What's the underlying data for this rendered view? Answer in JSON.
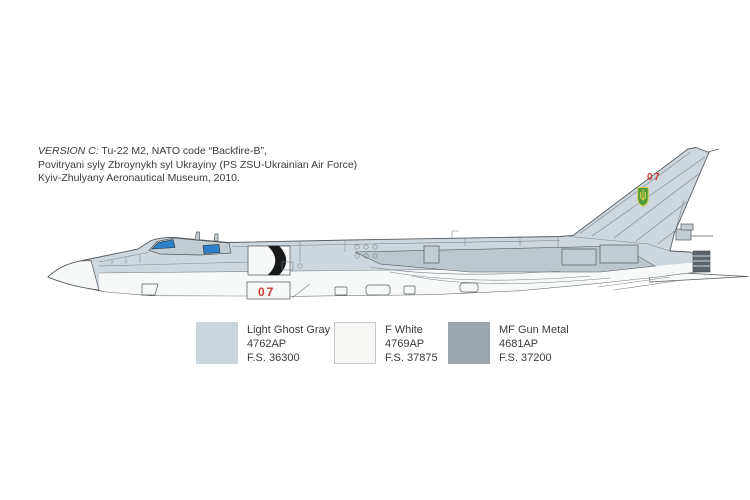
{
  "version_note": {
    "prefix": "VERSION C:",
    "line1_rest": " Tu-22 M2, NATO code “Backfire-B”,",
    "line2": "Povitryani syly Zbroynykh syl Ukrayiny (PS ZSU-Ukrainian Air Force)",
    "line3": "Kyiv-Zhulyany Aeronautical Museum, 2010."
  },
  "aircraft": {
    "description": "Tu-22 M2 Backfire-B side profile painting guide",
    "fin_number": "07",
    "intake_number": "07",
    "emblem": "ukrainian-trident-shield",
    "colors": {
      "fuselage": "#cdd7dd",
      "nose_white": "#f7f8f8",
      "panel_dark": "#bcc7ce",
      "canopy_blue": "#2e80c8",
      "marking_red": "#cf3a30",
      "shield_green": "#4f9c3c",
      "trident_yellow": "#e8d44a",
      "outline": "#565b60"
    }
  },
  "paint_legend": [
    {
      "name": "Light Ghost Gray",
      "code": "4762AP",
      "fs": "F.S. 36300",
      "hex": "#c9d4db",
      "border": "#c9d4db"
    },
    {
      "name": "F White",
      "code": "4769AP",
      "fs": "F.S. 37875",
      "hex": "#f7f7f6",
      "border": "#c8c8c8"
    },
    {
      "name": "MF Gun Metal",
      "code": "4681AP",
      "fs": "F.S. 37200",
      "hex": "#9ca5ab",
      "border": "#9ca5ab"
    }
  ]
}
